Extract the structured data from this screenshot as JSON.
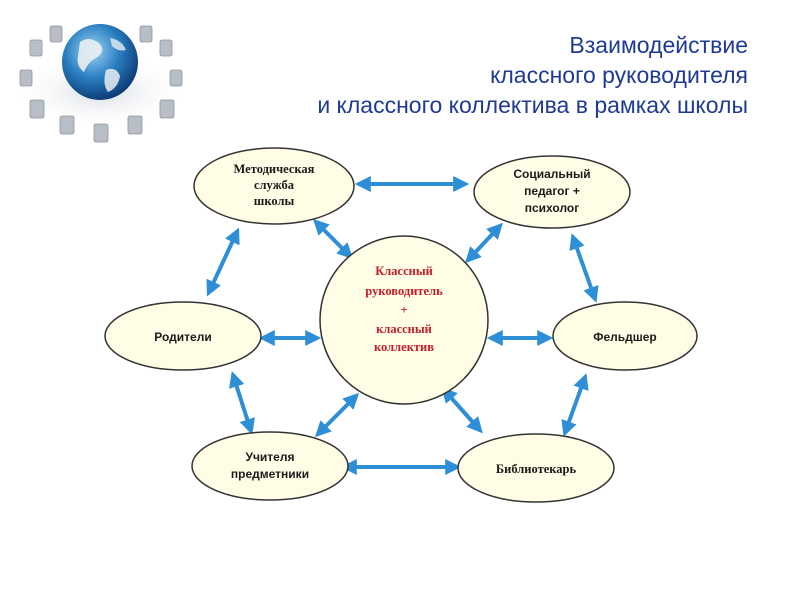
{
  "title": {
    "lines": [
      "Взаимодействие",
      "классного руководителя",
      "и классного коллектива в рамках школы"
    ]
  },
  "logo": {
    "icon": "globe-with-chairs-icon"
  },
  "center": {
    "lines": [
      "Классный",
      "руководитель",
      "+",
      "классный",
      "коллектив"
    ],
    "color": "#c0202a"
  },
  "nodes": {
    "metod": {
      "lines": [
        "Методическая",
        "служба",
        "школы"
      ]
    },
    "social": {
      "lines": [
        "Социальный",
        "педагог +",
        "психолог"
      ]
    },
    "parents": {
      "lines": [
        "Родители"
      ]
    },
    "feldsher": {
      "lines": [
        "Фельдшер"
      ]
    },
    "teachers": {
      "lines": [
        "Учителя",
        "предметники"
      ]
    },
    "library": {
      "lines": [
        "Библиотекарь"
      ]
    }
  },
  "colors": {
    "arrow": "#2e8fd6",
    "node_fill": "#fffde6",
    "node_stroke": "#333333",
    "title": "#1f3a93"
  }
}
